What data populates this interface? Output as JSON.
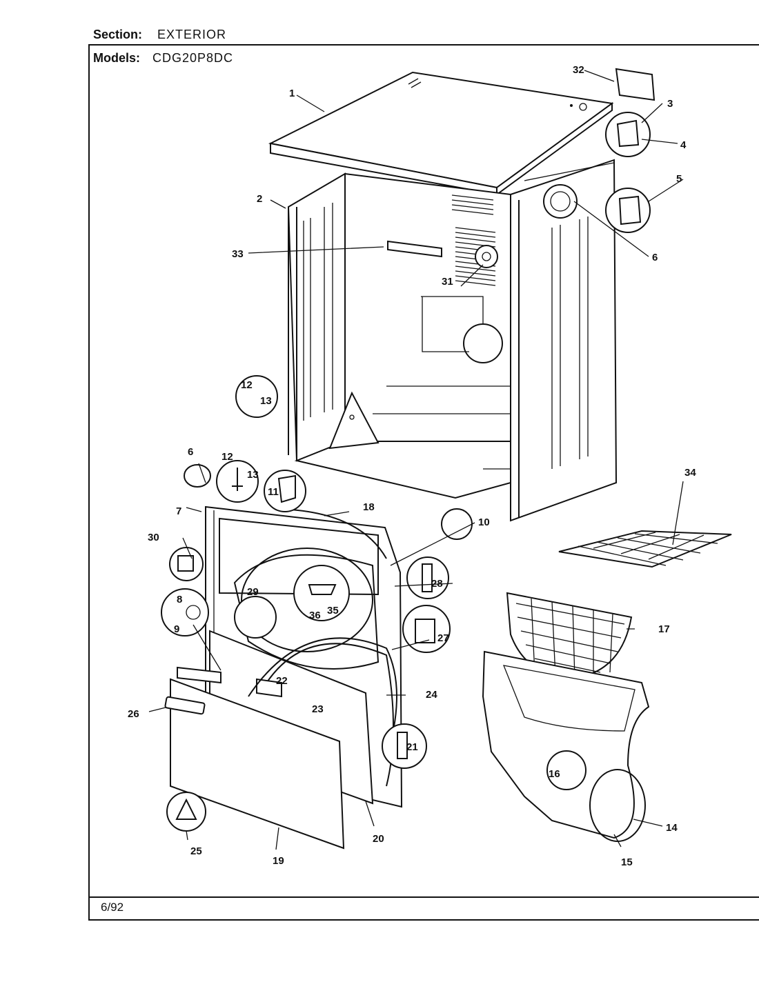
{
  "header": {
    "section_label": "Section:",
    "section_value": "EXTERIOR",
    "models_label": "Models:",
    "models_value": "CDG20P8DC"
  },
  "footer": {
    "revision": "6/92"
  },
  "callouts": {
    "c1": "1",
    "c2": "2",
    "c3": "3",
    "c4": "4",
    "c5": "5",
    "c6a": "6",
    "c6b": "6",
    "c7": "7",
    "c8": "8",
    "c9": "9",
    "c10": "10",
    "c11": "11",
    "c12a": "12",
    "c12b": "12",
    "c13a": "13",
    "c13b": "13",
    "c14": "14",
    "c15": "15",
    "c16": "16",
    "c17": "17",
    "c18": "18",
    "c19": "19",
    "c20": "20",
    "c21": "21",
    "c22": "22",
    "c23": "23",
    "c24": "24",
    "c25": "25",
    "c26": "26",
    "c27": "27",
    "c28": "28",
    "c29": "29",
    "c30": "30",
    "c31": "31",
    "c32": "32",
    "c33": "33",
    "c34": "34",
    "c35": "35",
    "c36": "36"
  }
}
